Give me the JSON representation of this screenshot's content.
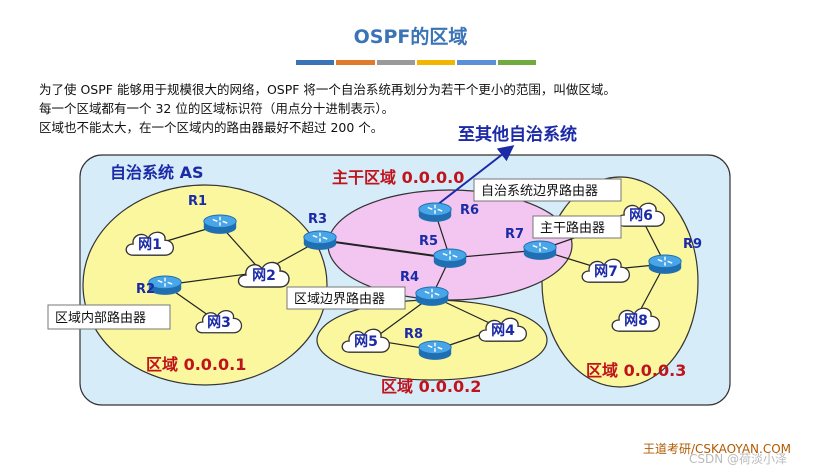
{
  "title": "OSPF的区域",
  "title_bar_colors": [
    "#3a73b6",
    "#e07b2c",
    "#9a9a9a",
    "#f2b600",
    "#5b8fd6",
    "#6fab3f"
  ],
  "intro": [
    "为了使 OSPF 能够用于规模很大的网络，OSPF 将一个自治系统再划分为若干个更小的范围，叫做区域。",
    "每一个区域都有一个 32 位的区域标识符（用点分十进制表示）。",
    "区域也不能太大，在一个区域内的路由器最好不超过 200 个。"
  ],
  "diagram": {
    "as_label": "自治系统 AS",
    "to_other_as": "至其他自治系统",
    "backbone_label": "主干区域 0.0.0.0",
    "areas": [
      "区域 0.0.0.1",
      "区域 0.0.0.2",
      "区域 0.0.0.3"
    ],
    "callouts": {
      "asbr": "自治系统边界路由器",
      "backbone_router": "主干路由器",
      "abr": "区域边界路由器",
      "internal_router": "区域内部路由器"
    },
    "routers": [
      "R1",
      "R2",
      "R3",
      "R4",
      "R5",
      "R6",
      "R7",
      "R8",
      "R9"
    ],
    "networks": [
      "网1",
      "网2",
      "网3",
      "网4",
      "网5",
      "网6",
      "网7",
      "网8"
    ],
    "colors": {
      "as_fill": "#d7ecf9",
      "area_fill": "#fbf79e",
      "backbone_fill": "#f2c6f0",
      "router": "#2f8fd8",
      "label_red": "#c0141c",
      "label_blue": "#1b2aa6"
    }
  },
  "footer": "王道考研/CSKAOYAN.COM",
  "watermark": "CSDN @荷淡小泽"
}
